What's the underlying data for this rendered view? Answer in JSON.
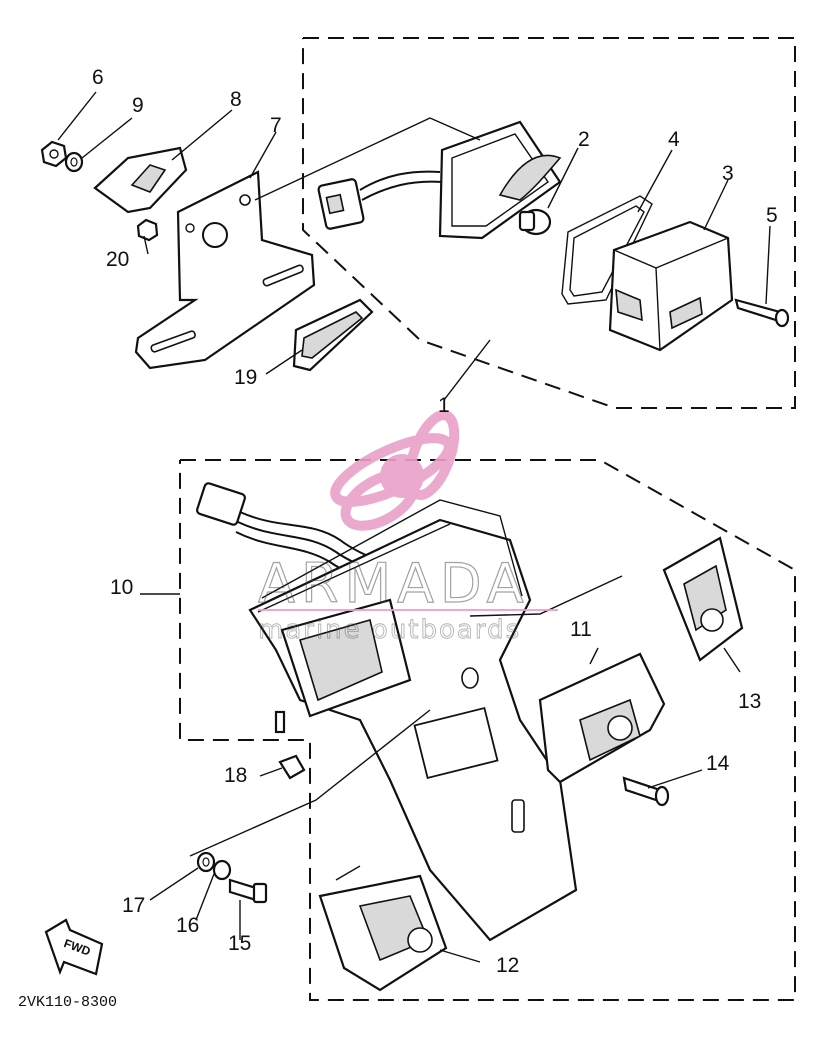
{
  "diagram": {
    "callouts": [
      {
        "id": "1",
        "label": "1"
      },
      {
        "id": "2",
        "label": "2"
      },
      {
        "id": "3",
        "label": "3"
      },
      {
        "id": "4",
        "label": "4"
      },
      {
        "id": "5",
        "label": "5"
      },
      {
        "id": "6",
        "label": "6"
      },
      {
        "id": "7",
        "label": "7"
      },
      {
        "id": "8",
        "label": "8"
      },
      {
        "id": "9",
        "label": "9"
      },
      {
        "id": "10",
        "label": "10"
      },
      {
        "id": "11",
        "label": "11"
      },
      {
        "id": "12",
        "label": "12"
      },
      {
        "id": "13",
        "label": "13"
      },
      {
        "id": "14",
        "label": "14"
      },
      {
        "id": "15",
        "label": "15"
      },
      {
        "id": "16",
        "label": "16"
      },
      {
        "id": "17",
        "label": "17"
      },
      {
        "id": "18",
        "label": "18"
      },
      {
        "id": "19",
        "label": "19"
      },
      {
        "id": "20",
        "label": "20"
      }
    ],
    "drawing_code": "2VK110-8300",
    "direction_badge": "FWD"
  },
  "watermark": {
    "brand": "ARMADA",
    "tagline": "marine outboards",
    "color": "#e8a0c8"
  }
}
